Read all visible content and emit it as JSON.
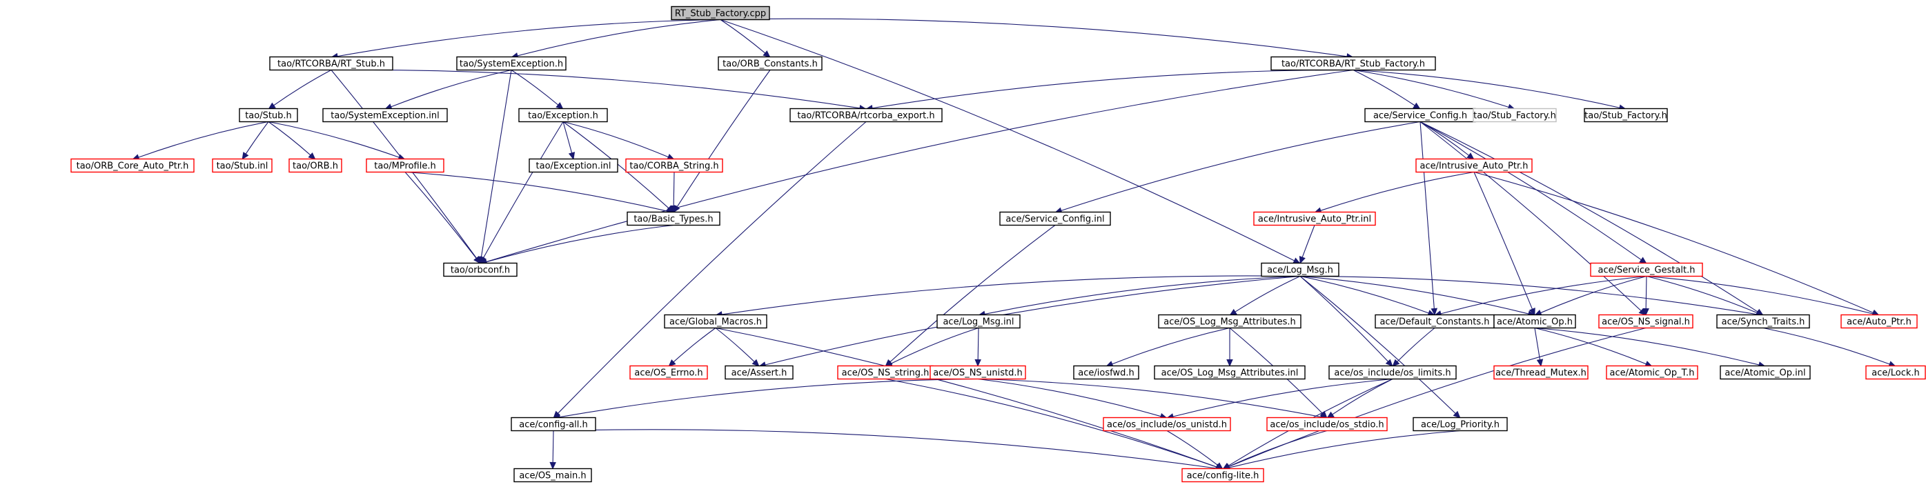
{
  "colors": {
    "edge": "#191970",
    "root_fill": "#bfbfbf",
    "default_border": "#000000",
    "unresolved_border": "#ff0000",
    "undocumented_border": "#bfbfbf"
  },
  "nodes": {
    "rt_stub_factory_cpp": {
      "label": "RT_Stub_Factory.cpp",
      "kind": "root"
    },
    "tao_rtcorba_rt_stub_h": {
      "label": "tao/RTCORBA/RT_Stub.h",
      "kind": "default"
    },
    "tao_systemexception_h": {
      "label": "tao/SystemException.h",
      "kind": "default"
    },
    "tao_orb_constants_h": {
      "label": "tao/ORB_Constants.h",
      "kind": "default"
    },
    "tao_rtcorba_rt_stub_factory_h": {
      "label": "tao/RTCORBA/RT_Stub_Factory.h",
      "kind": "default"
    },
    "tao_stub_h": {
      "label": "tao/Stub.h",
      "kind": "default"
    },
    "tao_systemexception_inl": {
      "label": "tao/SystemException.inl",
      "kind": "default"
    },
    "tao_exception_h": {
      "label": "tao/Exception.h",
      "kind": "default"
    },
    "tao_rtcorba_rtcorba_export_h": {
      "label": "tao/RTCORBA/rtcorba_export.h",
      "kind": "default"
    },
    "ace_service_config_h": {
      "label": "ace/Service_Config.h",
      "kind": "default"
    },
    "tao_stub_factory_h_gray": {
      "label": "tao/Stub_Factory.h",
      "kind": "undocumented"
    },
    "tao_stub_factory_h": {
      "label": "tao/Stub_Factory.h",
      "kind": "default"
    },
    "tao_orb_core_auto_ptr_h": {
      "label": "tao/ORB_Core_Auto_Ptr.h",
      "kind": "unresolved"
    },
    "tao_stub_inl": {
      "label": "tao/Stub.inl",
      "kind": "unresolved"
    },
    "tao_orb_h": {
      "label": "tao/ORB.h",
      "kind": "unresolved"
    },
    "tao_mprofile_h": {
      "label": "tao/MProfile.h",
      "kind": "unresolved"
    },
    "tao_exception_inl": {
      "label": "tao/Exception.inl",
      "kind": "default"
    },
    "tao_corba_string_h": {
      "label": "tao/CORBA_String.h",
      "kind": "unresolved"
    },
    "ace_intrusive_auto_ptr_h": {
      "label": "ace/Intrusive_Auto_Ptr.h",
      "kind": "unresolved"
    },
    "tao_basic_types_h": {
      "label": "tao/Basic_Types.h",
      "kind": "default"
    },
    "ace_service_config_inl": {
      "label": "ace/Service_Config.inl",
      "kind": "default"
    },
    "ace_intrusive_auto_ptr_inl": {
      "label": "ace/Intrusive_Auto_Ptr.inl",
      "kind": "unresolved"
    },
    "tao_orbconf_h": {
      "label": "tao/orbconf.h",
      "kind": "default"
    },
    "ace_log_msg_h": {
      "label": "ace/Log_Msg.h",
      "kind": "default"
    },
    "ace_service_gestalt_h": {
      "label": "ace/Service_Gestalt.h",
      "kind": "unresolved"
    },
    "ace_global_macros_h": {
      "label": "ace/Global_Macros.h",
      "kind": "default"
    },
    "ace_log_msg_inl": {
      "label": "ace/Log_Msg.inl",
      "kind": "default"
    },
    "ace_os_log_msg_attributes_h": {
      "label": "ace/OS_Log_Msg_Attributes.h",
      "kind": "default"
    },
    "ace_default_constants_h": {
      "label": "ace/Default_Constants.h",
      "kind": "default"
    },
    "ace_atomic_op_h": {
      "label": "ace/Atomic_Op.h",
      "kind": "default"
    },
    "ace_os_ns_signal_h": {
      "label": "ace/OS_NS_signal.h",
      "kind": "unresolved"
    },
    "ace_synch_traits_h": {
      "label": "ace/Synch_Traits.h",
      "kind": "default"
    },
    "ace_auto_ptr_h": {
      "label": "ace/Auto_Ptr.h",
      "kind": "unresolved"
    },
    "ace_os_errno_h": {
      "label": "ace/OS_Errno.h",
      "kind": "unresolved"
    },
    "ace_assert_h": {
      "label": "ace/Assert.h",
      "kind": "default"
    },
    "ace_os_ns_string_h": {
      "label": "ace/OS_NS_string.h",
      "kind": "unresolved"
    },
    "ace_os_ns_unistd_h": {
      "label": "ace/OS_NS_unistd.h",
      "kind": "unresolved"
    },
    "ace_iosfwd_h": {
      "label": "ace/iosfwd.h",
      "kind": "default"
    },
    "ace_os_log_msg_attributes_inl": {
      "label": "ace/OS_Log_Msg_Attributes.inl",
      "kind": "default"
    },
    "ace_os_include_os_limits_h": {
      "label": "ace/os_include/os_limits.h",
      "kind": "default"
    },
    "ace_thread_mutex_h": {
      "label": "ace/Thread_Mutex.h",
      "kind": "unresolved"
    },
    "ace_atomic_op_t_h": {
      "label": "ace/Atomic_Op_T.h",
      "kind": "unresolved"
    },
    "ace_atomic_op_inl": {
      "label": "ace/Atomic_Op.inl",
      "kind": "default"
    },
    "ace_lock_h": {
      "label": "ace/Lock.h",
      "kind": "unresolved"
    },
    "ace_config_all_h": {
      "label": "ace/config-all.h",
      "kind": "default"
    },
    "ace_os_include_os_unistd_h": {
      "label": "ace/os_include/os_unistd.h",
      "kind": "unresolved"
    },
    "ace_os_include_os_stdio_h": {
      "label": "ace/os_include/os_stdio.h",
      "kind": "unresolved"
    },
    "ace_log_priority_h": {
      "label": "ace/Log_Priority.h",
      "kind": "default"
    },
    "ace_os_main_h": {
      "label": "ace/OS_main.h",
      "kind": "default"
    },
    "ace_config_lite_h": {
      "label": "ace/config-lite.h",
      "kind": "unresolved"
    }
  },
  "edges": [
    [
      "rt_stub_factory_cpp",
      "tao_rtcorba_rt_stub_h"
    ],
    [
      "rt_stub_factory_cpp",
      "tao_systemexception_h"
    ],
    [
      "rt_stub_factory_cpp",
      "tao_orb_constants_h"
    ],
    [
      "rt_stub_factory_cpp",
      "tao_rtcorba_rt_stub_factory_h"
    ],
    [
      "rt_stub_factory_cpp",
      "ace_log_msg_h"
    ],
    [
      "tao_rtcorba_rt_stub_h",
      "tao_stub_h"
    ],
    [
      "tao_rtcorba_rt_stub_h",
      "tao_rtcorba_rtcorba_export_h"
    ],
    [
      "tao_rtcorba_rt_stub_h",
      "tao_orbconf_h"
    ],
    [
      "tao_systemexception_h",
      "tao_systemexception_inl"
    ],
    [
      "tao_systemexception_h",
      "tao_exception_h"
    ],
    [
      "tao_systemexception_h",
      "tao_orbconf_h"
    ],
    [
      "tao_orb_constants_h",
      "tao_basic_types_h"
    ],
    [
      "tao_rtcorba_rt_stub_factory_h",
      "tao_rtcorba_rtcorba_export_h"
    ],
    [
      "tao_rtcorba_rt_stub_factory_h",
      "ace_service_config_h"
    ],
    [
      "tao_rtcorba_rt_stub_factory_h",
      "tao_stub_factory_h_gray"
    ],
    [
      "tao_rtcorba_rt_stub_factory_h",
      "tao_stub_factory_h"
    ],
    [
      "tao_rtcorba_rt_stub_factory_h",
      "tao_orbconf_h"
    ],
    [
      "tao_stub_h",
      "tao_orb_core_auto_ptr_h"
    ],
    [
      "tao_stub_h",
      "tao_stub_inl"
    ],
    [
      "tao_stub_h",
      "tao_orb_h"
    ],
    [
      "tao_stub_h",
      "tao_mprofile_h"
    ],
    [
      "tao_exception_h",
      "tao_exception_inl"
    ],
    [
      "tao_exception_h",
      "tao_corba_string_h"
    ],
    [
      "tao_exception_h",
      "tao_basic_types_h"
    ],
    [
      "tao_exception_h",
      "tao_orbconf_h"
    ],
    [
      "tao_rtcorba_rtcorba_export_h",
      "ace_config_all_h"
    ],
    [
      "tao_mprofile_h",
      "tao_basic_types_h"
    ],
    [
      "tao_mprofile_h",
      "tao_orbconf_h"
    ],
    [
      "tao_corba_string_h",
      "tao_basic_types_h"
    ],
    [
      "tao_basic_types_h",
      "tao_orbconf_h"
    ],
    [
      "ace_service_config_h",
      "ace_service_config_inl"
    ],
    [
      "ace_service_config_h",
      "ace_intrusive_auto_ptr_h"
    ],
    [
      "ace_service_config_h",
      "ace_service_gestalt_h"
    ],
    [
      "ace_service_config_h",
      "ace_default_constants_h"
    ],
    [
      "ace_service_config_h",
      "ace_os_ns_signal_h"
    ],
    [
      "ace_service_config_h",
      "ace_synch_traits_h"
    ],
    [
      "ace_intrusive_auto_ptr_h",
      "ace_intrusive_auto_ptr_inl"
    ],
    [
      "ace_intrusive_auto_ptr_h",
      "ace_atomic_op_h"
    ],
    [
      "ace_intrusive_auto_ptr_h",
      "ace_auto_ptr_h"
    ],
    [
      "ace_intrusive_auto_ptr_inl",
      "ace_log_msg_h"
    ],
    [
      "ace_service_config_inl",
      "ace_os_ns_string_h"
    ],
    [
      "ace_service_gestalt_h",
      "ace_default_constants_h"
    ],
    [
      "ace_service_gestalt_h",
      "ace_atomic_op_h"
    ],
    [
      "ace_service_gestalt_h",
      "ace_os_ns_signal_h"
    ],
    [
      "ace_service_gestalt_h",
      "ace_synch_traits_h"
    ],
    [
      "ace_service_gestalt_h",
      "ace_auto_ptr_h"
    ],
    [
      "ace_log_msg_h",
      "ace_global_macros_h"
    ],
    [
      "ace_log_msg_h",
      "ace_assert_h"
    ],
    [
      "ace_log_msg_h",
      "ace_log_msg_inl"
    ],
    [
      "ace_log_msg_h",
      "ace_os_log_msg_attributes_h"
    ],
    [
      "ace_log_msg_h",
      "ace_default_constants_h"
    ],
    [
      "ace_log_msg_h",
      "ace_atomic_op_h"
    ],
    [
      "ace_log_msg_h",
      "ace_synch_traits_h"
    ],
    [
      "ace_log_msg_h",
      "ace_os_include_os_limits_h"
    ],
    [
      "ace_log_msg_h",
      "ace_log_priority_h"
    ],
    [
      "ace_global_macros_h",
      "ace_os_errno_h"
    ],
    [
      "ace_global_macros_h",
      "ace_assert_h"
    ],
    [
      "ace_global_macros_h",
      "ace_config_lite_h"
    ],
    [
      "ace_log_msg_inl",
      "ace_os_ns_string_h"
    ],
    [
      "ace_log_msg_inl",
      "ace_os_ns_unistd_h"
    ],
    [
      "ace_os_log_msg_attributes_h",
      "ace_iosfwd_h"
    ],
    [
      "ace_os_log_msg_attributes_h",
      "ace_os_log_msg_attributes_inl"
    ],
    [
      "ace_os_log_msg_attributes_h",
      "ace_os_include_os_stdio_h"
    ],
    [
      "ace_default_constants_h",
      "ace_os_include_os_limits_h"
    ],
    [
      "ace_atomic_op_h",
      "ace_thread_mutex_h"
    ],
    [
      "ace_atomic_op_h",
      "ace_atomic_op_t_h"
    ],
    [
      "ace_atomic_op_h",
      "ace_atomic_op_inl"
    ],
    [
      "ace_os_ns_signal_h",
      "ace_config_lite_h"
    ],
    [
      "ace_synch_traits_h",
      "ace_lock_h"
    ],
    [
      "ace_os_ns_string_h",
      "ace_config_lite_h"
    ],
    [
      "ace_os_ns_unistd_h",
      "ace_config_all_h"
    ],
    [
      "ace_os_ns_unistd_h",
      "ace_os_include_os_unistd_h"
    ],
    [
      "ace_os_ns_unistd_h",
      "ace_os_include_os_stdio_h"
    ],
    [
      "ace_os_include_os_limits_h",
      "ace_os_include_os_unistd_h"
    ],
    [
      "ace_os_include_os_limits_h",
      "ace_os_include_os_stdio_h"
    ],
    [
      "ace_os_include_os_limits_h",
      "ace_config_lite_h"
    ],
    [
      "ace_config_all_h",
      "ace_os_main_h"
    ],
    [
      "ace_config_all_h",
      "ace_config_lite_h"
    ],
    [
      "ace_os_include_os_unistd_h",
      "ace_config_lite_h"
    ],
    [
      "ace_os_include_os_stdio_h",
      "ace_config_lite_h"
    ],
    [
      "ace_log_priority_h",
      "ace_config_lite_h"
    ]
  ]
}
